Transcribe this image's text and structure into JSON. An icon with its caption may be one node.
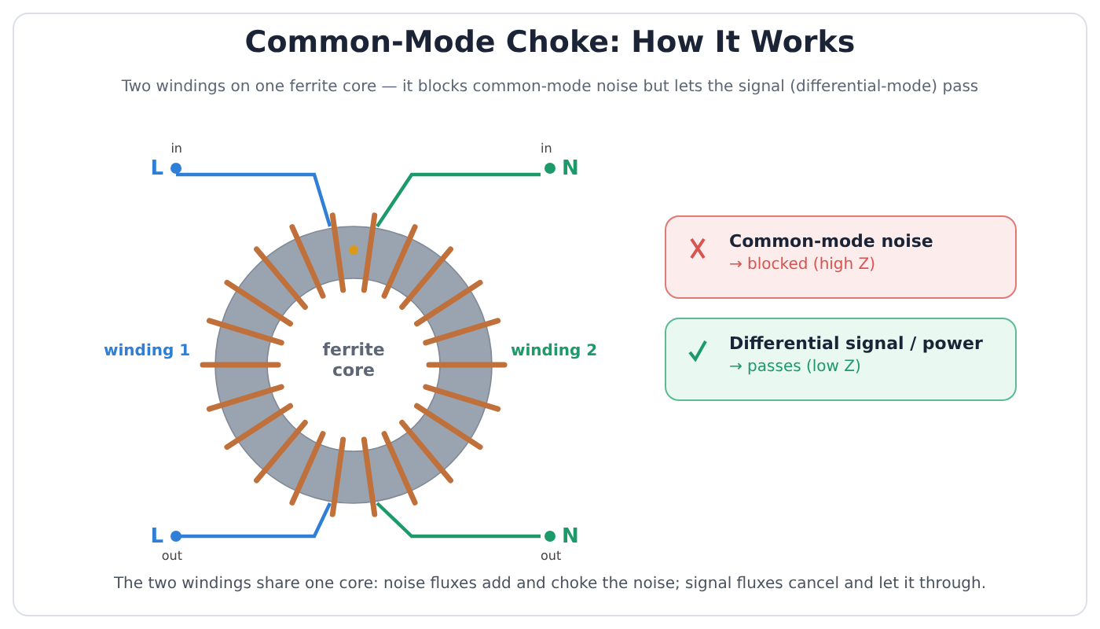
{
  "diagram": {
    "title": "Common-Mode Choke: How It Works",
    "caption": "The two windings share one core: noise fluxes add and choke the noise; signal fluxes cancel and let it through.",
    "nodes": [
      {
        "text": [
          "ferrite core"
        ]
      },
      {
        "text": [
          "L"
        ],
        "beside": [
          "in"
        ]
      },
      {
        "text": [
          "N"
        ],
        "beside": [
          "in"
        ]
      },
      {
        "text": [
          "L"
        ],
        "beside": [
          "out"
        ]
      },
      {
        "text": [
          "N"
        ],
        "beside": [
          "out"
        ]
      },
      {
        "text": [
          "Common-mode noise",
          "→ blocked (high Z)"
        ]
      },
      {
        "text": [
          "Differential signal / power",
          "→ passes (low Z)"
        ]
      }
    ],
    "edges": [
      {
        "from": 1,
        "to": 0,
        "arrow": "none",
        "color": "#2f7fd6"
      },
      {
        "from": 2,
        "to": 0,
        "arrow": "none",
        "color": "#1c9a6a"
      },
      {
        "from": 0,
        "to": 3,
        "arrow": "none",
        "color": "#2f7fd6"
      },
      {
        "from": 0,
        "to": 4,
        "arrow": "none",
        "color": "#1c9a6a"
      }
    ],
    "labels": [
      "Two windings on one ferrite core — it blocks common-mode noise but lets the signal (differential-mode) pass",
      "winding 1",
      "winding 2"
    ]
  }
}
